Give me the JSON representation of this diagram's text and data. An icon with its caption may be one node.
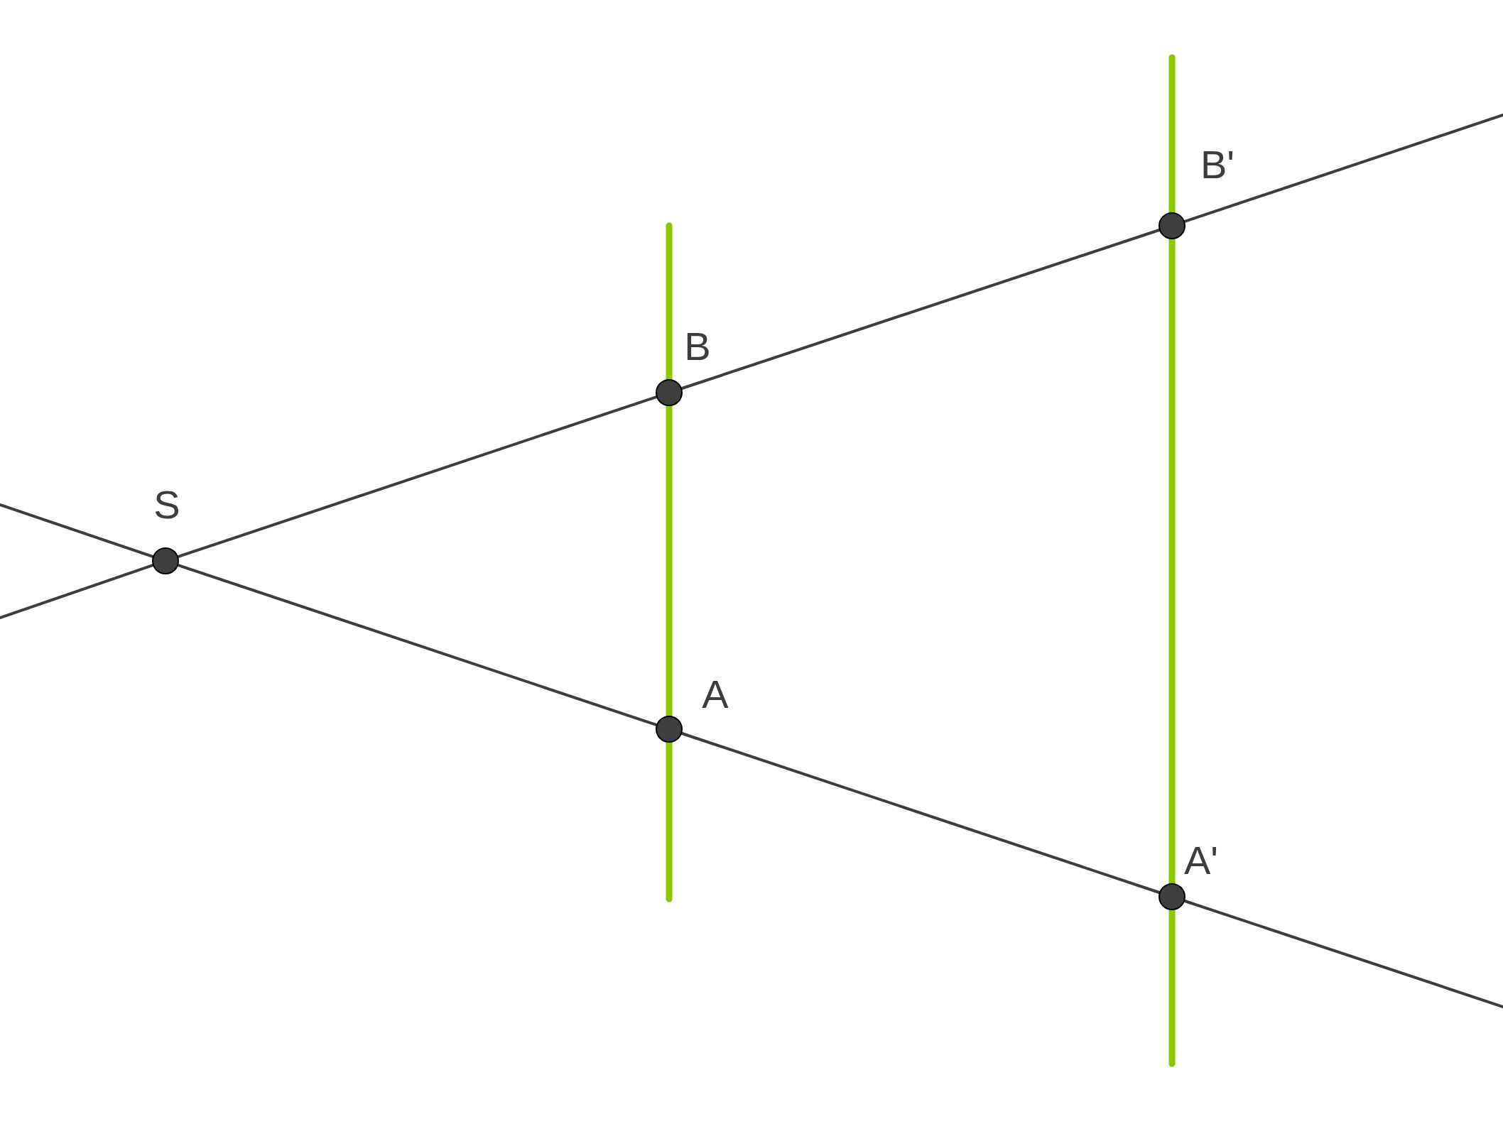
{
  "diagram": {
    "nodes": [
      {
        "text": [],
        "shape": "circle",
        "beside": [
          "S"
        ]
      },
      {
        "text": [],
        "shape": "circle",
        "beside": [
          "B"
        ]
      },
      {
        "text": [],
        "shape": "circle",
        "beside": [
          "A"
        ]
      },
      {
        "text": [],
        "shape": "circle",
        "beside": [
          "B'"
        ]
      },
      {
        "text": [],
        "shape": "circle",
        "beside": [
          "A'"
        ]
      }
    ],
    "edges": [
      {
        "from": 0,
        "to": 1,
        "arrow": "none"
      },
      {
        "from": 1,
        "to": 3,
        "arrow": "none"
      },
      {
        "from": null,
        "to": 0,
        "arrow": "none"
      },
      {
        "from": 3,
        "to": null,
        "arrow": "none"
      },
      {
        "from": 0,
        "to": 2,
        "arrow": "none"
      },
      {
        "from": 2,
        "to": 4,
        "arrow": "none"
      },
      {
        "from": null,
        "to": 0,
        "arrow": "none"
      },
      {
        "from": 4,
        "to": null,
        "arrow": "none"
      },
      {
        "from": 1,
        "to": 2,
        "arrow": "none",
        "style": "thick",
        "color": "#8cc800"
      },
      {
        "from": null,
        "to": 1,
        "arrow": "none",
        "style": "thick",
        "color": "#8cc800"
      },
      {
        "from": 2,
        "to": null,
        "arrow": "none",
        "style": "thick",
        "color": "#8cc800"
      },
      {
        "from": 3,
        "to": 4,
        "arrow": "none",
        "style": "thick",
        "color": "#8cc800"
      },
      {
        "from": null,
        "to": 3,
        "arrow": "none",
        "style": "thick",
        "color": "#8cc800"
      },
      {
        "from": 4,
        "to": null,
        "arrow": "none",
        "style": "thick",
        "color": "#8cc800"
      }
    ]
  }
}
